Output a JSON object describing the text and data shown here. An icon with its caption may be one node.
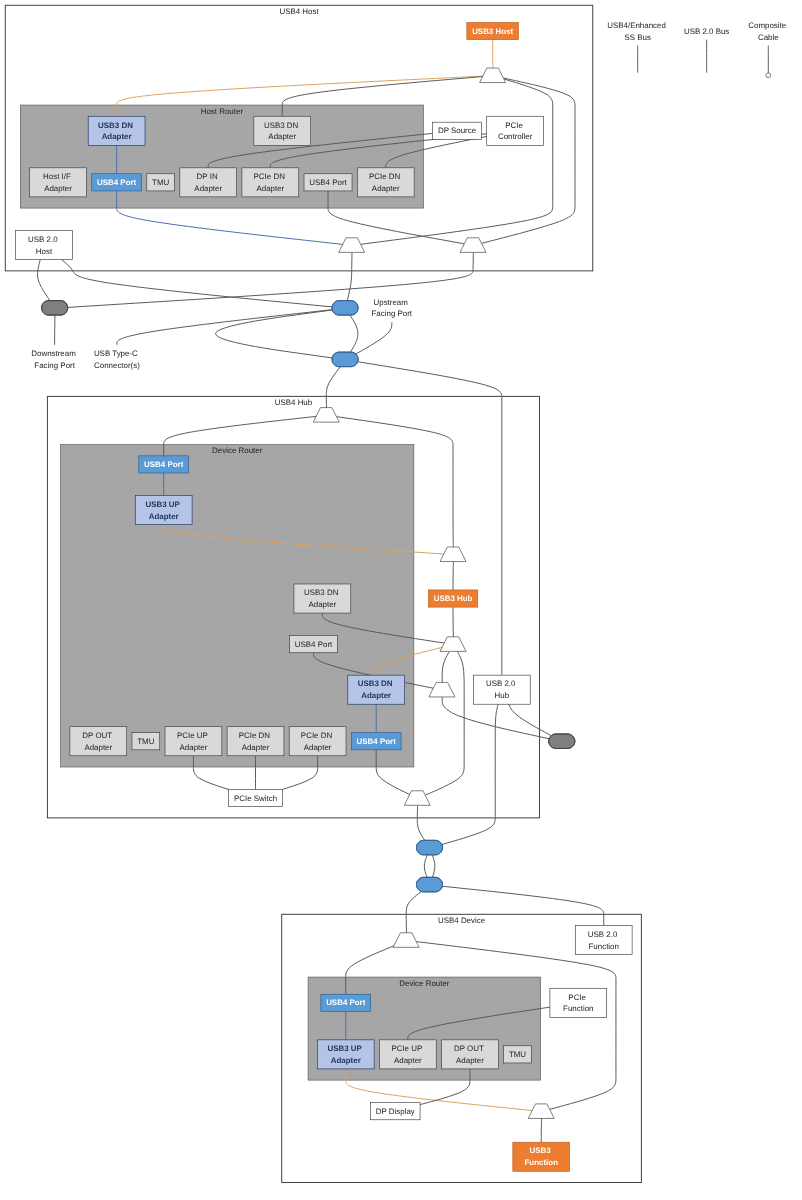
{
  "diagram": {
    "nodes": [
      {
        "text": [
          "USB4 Host"
        ]
      },
      {
        "text": [
          "DP Source"
        ],
        "in": 0
      },
      {
        "text": [
          "PCIe Controller"
        ],
        "in": 0
      },
      {
        "text": [
          "Host Router"
        ],
        "in": 0
      },
      {
        "text": [
          "Host I/F Adapter"
        ],
        "in": 3
      },
      {
        "text": [
          "DP IN Adapter"
        ],
        "in": 3
      },
      {
        "text": [
          "TMU"
        ],
        "in": 3
      },
      {
        "text": [
          "PCIe DN Adapter"
        ],
        "in": 3
      },
      {
        "text": [
          "USB3 DN Adapter"
        ],
        "in": 3
      },
      {
        "text": [
          "PCIe DN Adapter"
        ],
        "in": 3
      },
      {
        "text": [
          "USB4 Port"
        ],
        "in": 3
      },
      {
        "text": [
          "USB4 Port"
        ],
        "in": 3
      },
      {
        "text": [
          "USB3 DN Adapter"
        ],
        "in": 3
      },
      {
        "text": [
          "USB3 Host"
        ],
        "in": 0
      },
      {
        "text": [
          "USB 2.0 Host"
        ],
        "in": 0
      },
      {
        "text": [],
        "shape": "trapezoid",
        "in": 0
      },
      {
        "text": [],
        "shape": "trapezoid",
        "in": 0
      },
      {
        "text": [],
        "shape": "trapezoid",
        "in": 0
      },
      {
        "text": [],
        "shape": "capsule"
      },
      {
        "text": [],
        "shape": "capsule"
      },
      {
        "text": [
          "Downstream Facing Port"
        ]
      },
      {
        "text": [
          "USB Type-C Connector(s)"
        ]
      },
      {
        "text": [
          "USB4/Enhanced SS Bus"
        ]
      },
      {
        "text": [
          "USB 2.0 Bus"
        ]
      },
      {
        "text": [
          "Composite Cable"
        ]
      },
      {
        "text": [],
        "shape": "ellipse"
      },
      {
        "text": [
          "Upstream Facing Port"
        ]
      },
      {
        "text": [
          "USB4 Hub"
        ]
      },
      {
        "text": [],
        "shape": "capsule"
      },
      {
        "text": [],
        "shape": "trapezoid",
        "in": 27
      },
      {
        "text": [
          "USB 2.0 Hub"
        ],
        "in": 27
      },
      {
        "text": [
          "PCIe Switch"
        ],
        "in": 27
      },
      {
        "text": [
          "Device Router"
        ],
        "in": 27
      },
      {
        "text": [
          "DP OUT Adapter"
        ],
        "in": 32
      },
      {
        "text": [
          "USB4 Port"
        ],
        "in": 32
      },
      {
        "text": [
          "TMU"
        ],
        "in": 32
      },
      {
        "text": [
          "USB3 UP Adapter"
        ],
        "in": 32
      },
      {
        "text": [
          "PCIe UP Adapter"
        ],
        "in": 32
      },
      {
        "text": [
          "PCIe DN Adapter"
        ],
        "in": 32
      },
      {
        "text": [
          "USB3 DN Adapter"
        ],
        "in": 32
      },
      {
        "text": [
          "PCIe DN Adapter"
        ],
        "in": 32
      },
      {
        "text": [
          "USB4 Port"
        ],
        "in": 32
      },
      {
        "text": [
          "USB4 Port"
        ],
        "in": 32
      },
      {
        "text": [
          "USB3 DN Adapter"
        ],
        "in": 32
      },
      {
        "text": [],
        "shape": "trapezoid",
        "in": 27
      },
      {
        "text": [
          "USB3 Hub"
        ],
        "in": 27
      },
      {
        "text": [],
        "shape": "trapezoid",
        "in": 27
      },
      {
        "text": [],
        "shape": "trapezoid",
        "in": 27
      },
      {
        "text": [],
        "shape": "trapezoid",
        "in": 27
      },
      {
        "text": [],
        "shape": "capsule"
      },
      {
        "text": [],
        "shape": "capsule"
      },
      {
        "text": [
          "USB4 Device"
        ]
      },
      {
        "text": [],
        "shape": "capsule"
      },
      {
        "text": [],
        "shape": "trapezoid",
        "in": 51
      },
      {
        "text": [
          "Device Router"
        ],
        "in": 51
      },
      {
        "text": [
          "USB4 Port"
        ],
        "in": 54
      },
      {
        "text": [
          "USB3 UP Adapter"
        ],
        "in": 54
      },
      {
        "text": [
          "PCIe UP Adapter"
        ],
        "in": 54
      },
      {
        "text": [
          "DP OUT Adapter"
        ],
        "in": 54
      },
      {
        "text": [
          "TMU"
        ],
        "in": 54
      },
      {
        "text": [
          "PCIe Function"
        ],
        "in": 51
      },
      {
        "text": [
          "DP Display"
        ],
        "in": 51
      },
      {
        "text": [
          "USB 2.0 Function"
        ],
        "in": 51
      },
      {
        "text": [],
        "shape": "trapezoid",
        "in": 51
      },
      {
        "text": [
          "USB3 Function"
        ],
        "in": 51
      }
    ],
    "edges": [
      {
        "from": 1,
        "to": 5,
        "arrow": "none"
      },
      {
        "from": 2,
        "to": 7,
        "arrow": "none"
      },
      {
        "from": 2,
        "to": 9,
        "arrow": "none"
      },
      {
        "from": 13,
        "to": 15,
        "arrow": "none",
        "color": "#e0a060"
      },
      {
        "from": 15,
        "to": 8,
        "arrow": "none",
        "color": "#e0a060"
      },
      {
        "from": 15,
        "to": 12,
        "arrow": "none"
      },
      {
        "from": 15,
        "to": 17,
        "arrow": "none"
      },
      {
        "from": 15,
        "to": 16,
        "arrow": "none"
      },
      {
        "from": 8,
        "to": 11,
        "arrow": "none",
        "color": "#4a6db0"
      },
      {
        "from": 11,
        "to": 17,
        "arrow": "none",
        "color": "#4a6db0"
      },
      {
        "from": 10,
        "to": 16,
        "arrow": "none"
      },
      {
        "from": 16,
        "to": 18,
        "arrow": "none"
      },
      {
        "from": 17,
        "to": 19,
        "arrow": "none"
      },
      {
        "from": 14,
        "to": 18,
        "arrow": "none"
      },
      {
        "from": 14,
        "to": 19,
        "arrow": "none"
      },
      {
        "from": 18,
        "to": 20,
        "arrow": "none"
      },
      {
        "from": 19,
        "to": 21,
        "arrow": "none"
      },
      {
        "from": 22,
        "to": null,
        "arrow": "none"
      },
      {
        "from": 23,
        "to": null,
        "arrow": "none"
      },
      {
        "from": 24,
        "to": 25,
        "arrow": "none"
      },
      {
        "from": 26,
        "to": 28,
        "arrow": "none"
      },
      {
        "from": 19,
        "to": 28,
        "arrow": "none"
      },
      {
        "from": 19,
        "to": 28,
        "arrow": "none"
      },
      {
        "from": 28,
        "to": 29,
        "arrow": "none"
      },
      {
        "from": 28,
        "to": 30,
        "arrow": "none"
      },
      {
        "from": 29,
        "to": 34,
        "arrow": "none"
      },
      {
        "from": 29,
        "to": 44,
        "arrow": "none"
      },
      {
        "from": 34,
        "to": 36,
        "arrow": "none",
        "color": "#4a6db0"
      },
      {
        "from": 36,
        "to": 44,
        "arrow": "none",
        "color": "#e0a060"
      },
      {
        "from": 44,
        "to": 45,
        "arrow": "none"
      },
      {
        "from": 45,
        "to": 46,
        "arrow": "none"
      },
      {
        "from": 46,
        "to": 39,
        "arrow": "none",
        "color": "#e0a060"
      },
      {
        "from": 43,
        "to": 46,
        "arrow": "none"
      },
      {
        "from": 46,
        "to": 48,
        "arrow": "none"
      },
      {
        "from": 46,
        "to": 47,
        "arrow": "none"
      },
      {
        "from": 39,
        "to": 41,
        "arrow": "none",
        "color": "#4a6db0"
      },
      {
        "from": 37,
        "to": 31,
        "arrow": "none"
      },
      {
        "from": 38,
        "to": 31,
        "arrow": "none"
      },
      {
        "from": 40,
        "to": 31,
        "arrow": "none"
      },
      {
        "from": 41,
        "to": 47,
        "arrow": "none"
      },
      {
        "from": 42,
        "to": 48,
        "arrow": "none"
      },
      {
        "from": 47,
        "to": 49,
        "arrow": "none"
      },
      {
        "from": 48,
        "to": 50,
        "arrow": "none"
      },
      {
        "from": 30,
        "to": 49,
        "arrow": "none"
      },
      {
        "from": 30,
        "to": 50,
        "arrow": "none"
      },
      {
        "from": 49,
        "to": 52,
        "arrow": "none"
      },
      {
        "from": 49,
        "to": 52,
        "arrow": "none"
      },
      {
        "from": 52,
        "to": 53,
        "arrow": "none"
      },
      {
        "from": 52,
        "to": 62,
        "arrow": "none"
      },
      {
        "from": 53,
        "to": 55,
        "arrow": "none"
      },
      {
        "from": 53,
        "to": 63,
        "arrow": "none"
      },
      {
        "from": 55,
        "to": 56,
        "arrow": "none",
        "color": "#4a6db0"
      },
      {
        "from": 56,
        "to": 63,
        "arrow": "none",
        "color": "#e0a060"
      },
      {
        "from": 63,
        "to": 64,
        "arrow": "none"
      },
      {
        "from": 60,
        "to": 57,
        "arrow": "none"
      },
      {
        "from": 58,
        "to": 61,
        "arrow": "none"
      }
    ]
  }
}
